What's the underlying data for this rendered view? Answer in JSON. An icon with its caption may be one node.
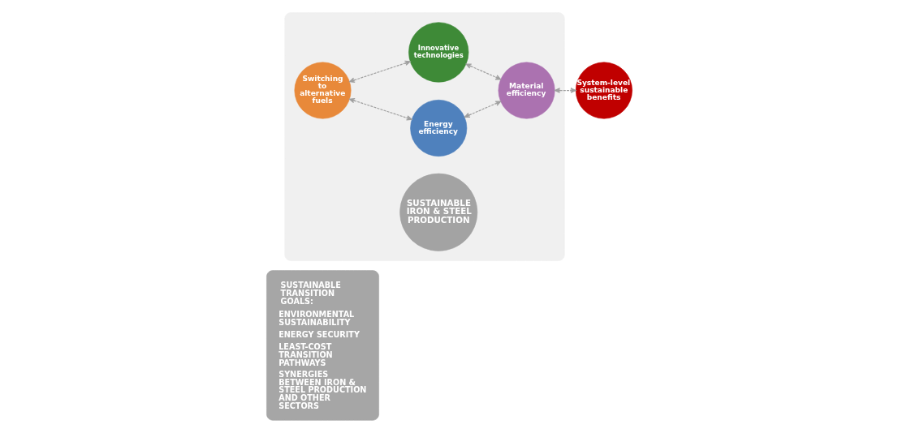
{
  "diagram": {
    "nodes": [
      {
        "text": [
          "SUSTAINABLE TRANSITION GOALS:",
          "ENVIRONMENTAL SUSTAINABILITY",
          "ENERGY SECURITY",
          "LEAST-COST TRANSITION PATHWAYS",
          "SYNERGIES BETWEEN IRON & STEEL PRODUCTION AND OTHER SECTORS"
        ]
      },
      {
        "text": [],
        "shape": "box"
      },
      {
        "text": [
          "Energy efficiency"
        ],
        "in": 1
      },
      {
        "text": [
          "Switching to alternative fuels"
        ],
        "in": 1
      },
      {
        "text": [
          "SUSTAINABLE IRON & STEEL PRODUCTION"
        ],
        "in": 1
      },
      {
        "text": [
          "Material efficiency"
        ],
        "in": 1
      },
      {
        "text": [
          "Innovative technologies"
        ],
        "in": 1
      },
      {
        "text": [
          "System-level sustainable benefits"
        ]
      }
    ],
    "edges": [
      {
        "from": 2,
        "to": 3,
        "arrow": "both",
        "style": "dashed"
      },
      {
        "from": 2,
        "to": 5,
        "arrow": "both",
        "style": "dashed"
      },
      {
        "from": 3,
        "to": 6,
        "arrow": "both",
        "style": "dashed"
      },
      {
        "from": 6,
        "to": 5,
        "arrow": "both",
        "style": "dashed"
      },
      {
        "from": 5,
        "to": 7,
        "arrow": "both",
        "style": "dashed"
      }
    ]
  }
}
